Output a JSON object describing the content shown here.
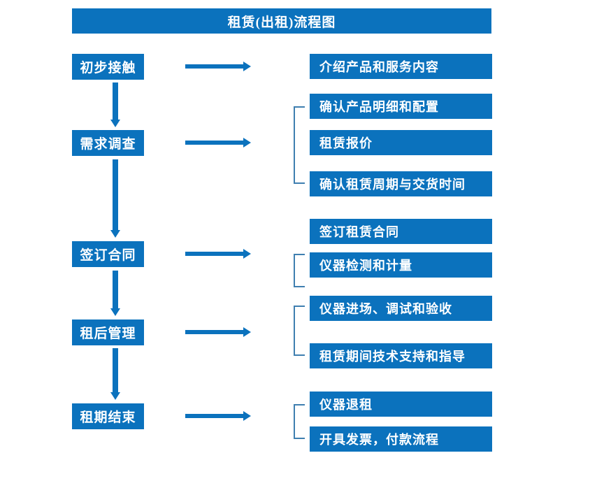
{
  "diagram": {
    "title": "租赁(出租)流程图",
    "colors": {
      "box_fill": "#0b72bd",
      "box_text": "#ffffff",
      "arrow": "#0b72bd",
      "bracket": "#3f7fb0",
      "background": "#ffffff"
    },
    "stages": [
      {
        "label": "初步接触"
      },
      {
        "label": "需求调查"
      },
      {
        "label": "签订合同"
      },
      {
        "label": "租后管理"
      },
      {
        "label": "租期结束"
      }
    ],
    "details": [
      {
        "label": "介绍产品和服务内容"
      },
      {
        "label": "确认产品明细和配置"
      },
      {
        "label": "租赁报价"
      },
      {
        "label": "确认租赁周期与交货时间"
      },
      {
        "label": "签订租赁合同"
      },
      {
        "label": "仪器检测和计量"
      },
      {
        "label": "仪器进场、调试和验收"
      },
      {
        "label": "租赁期间技术支持和指导"
      },
      {
        "label": "仪器退租"
      },
      {
        "label": "开具发票，付款流程"
      }
    ]
  }
}
